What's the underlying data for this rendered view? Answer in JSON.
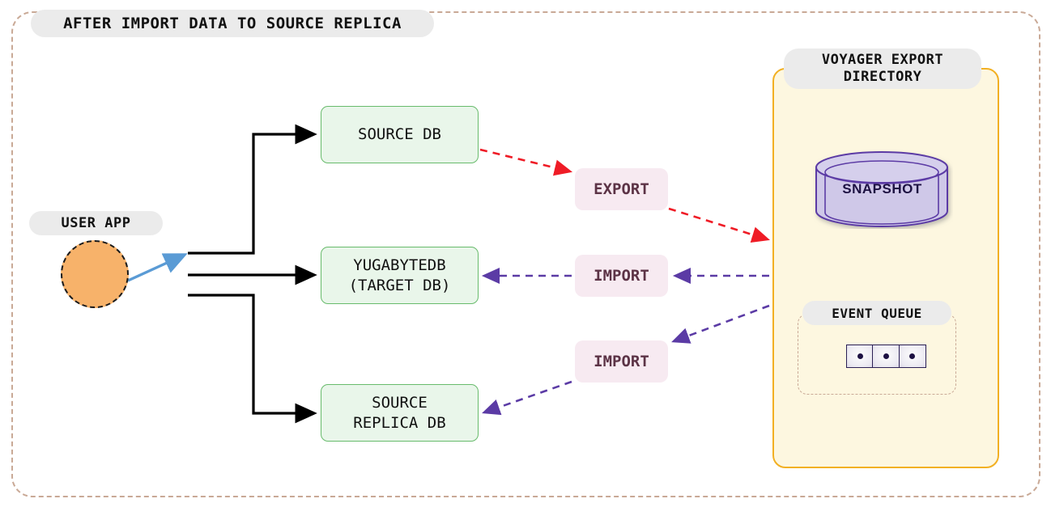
{
  "diagram": {
    "title": "AFTER IMPORT DATA TO SOURCE REPLICA",
    "groups": {
      "user_app": "USER APP",
      "voyager": "VOYAGER EXPORT\nDIRECTORY",
      "event_queue": "EVENT QUEUE"
    },
    "nodes": {
      "source_db": "SOURCE DB",
      "target_db": "YUGABYTEDB\n(TARGET DB)",
      "source_replica_db": "SOURCE\nREPLICA DB",
      "snapshot": "SNAPSHOT"
    },
    "edge_labels": {
      "export": "EXPORT",
      "import_target": "IMPORT",
      "import_replica": "IMPORT"
    },
    "colors": {
      "frame_border": "#c9a996",
      "pill_bg": "#ebebeb",
      "db_fill": "#e9f6ea",
      "db_border": "#68bb6c",
      "action_fill": "#f7eaf1",
      "action_text": "#5c3346",
      "voyager_fill": "#fdf7e0",
      "voyager_border": "#f2b023",
      "user_app_fill": "#f7b26a",
      "export_arrow": "#ef1c26",
      "import_arrow": "#5b3ba5",
      "user_arrow": "#5a9bd5",
      "flow_arrow": "#000000",
      "snapshot_fill": "#cfc8e8",
      "snapshot_border": "#5b3ba5"
    },
    "event_queue_cells": 3
  }
}
